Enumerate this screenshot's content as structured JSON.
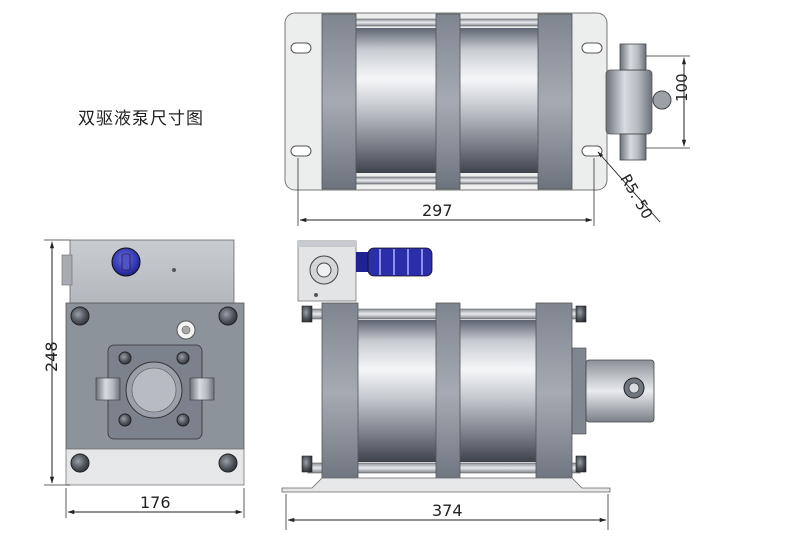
{
  "drawing": {
    "title": "双驱液泵尺寸图",
    "dimensions": {
      "top_length": "297",
      "port_spacing": "100",
      "radius": "R5. 50",
      "height": "248",
      "front_width": "176",
      "side_length": "374"
    }
  }
}
